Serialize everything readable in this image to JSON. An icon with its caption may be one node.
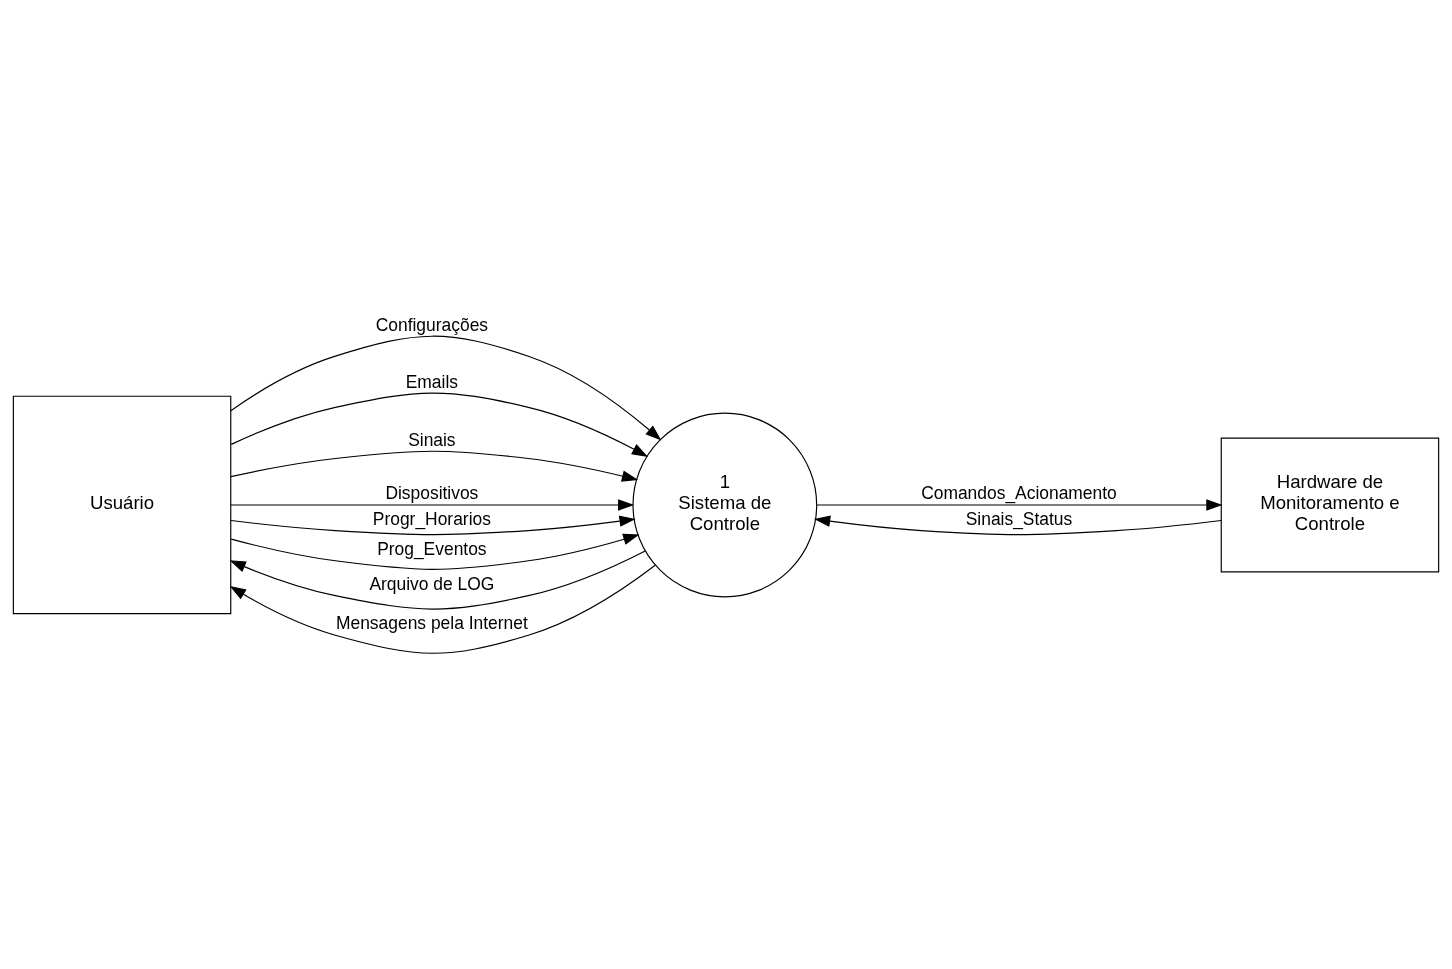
{
  "diagram": {
    "nodes": [
      {
        "text": [
          "Usuário"
        ]
      },
      {
        "text": [
          "1",
          "Sistema de Controle"
        ]
      },
      {
        "text": [
          "Hardware de Monitoramento e Controle"
        ]
      }
    ],
    "edges": [
      {
        "from": 0,
        "to": 1,
        "arrow": "to",
        "label": "Configurações"
      },
      {
        "from": 0,
        "to": 1,
        "arrow": "to",
        "label": "Emails"
      },
      {
        "from": 0,
        "to": 1,
        "arrow": "to",
        "label": "Sinais"
      },
      {
        "from": 0,
        "to": 1,
        "arrow": "to",
        "label": "Dispositivos"
      },
      {
        "from": 0,
        "to": 1,
        "arrow": "to",
        "label": "Progr_Horarios"
      },
      {
        "from": 0,
        "to": 1,
        "arrow": "to",
        "label": "Prog_Eventos"
      },
      {
        "from": 1,
        "to": 0,
        "arrow": "to",
        "label": "Arquivo de LOG"
      },
      {
        "from": 1,
        "to": 0,
        "arrow": "to",
        "label": "Mensagens pela Internet"
      },
      {
        "from": 2,
        "to": 1,
        "arrow": "to",
        "label": "Sinais_Status"
      },
      {
        "from": 1,
        "to": 2,
        "arrow": "to",
        "label": "Comandos_Acionamento"
      }
    ]
  }
}
